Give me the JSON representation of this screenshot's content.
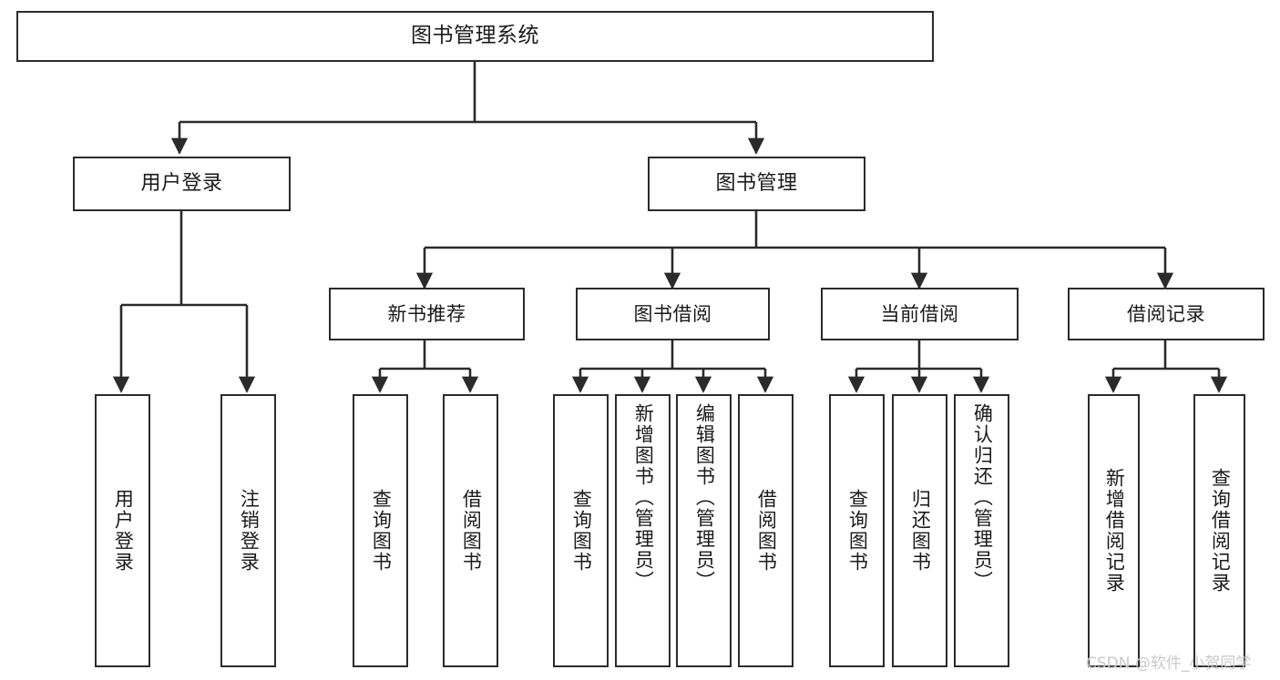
{
  "diagram": {
    "title": "图书管理系统",
    "type": "tree-hierarchy-chart",
    "theme": {
      "background": "#ffffff",
      "node_border": "#2b2b2b",
      "node_fill": "#ffffff",
      "edge_color": "#2b2b2b",
      "text_color": "#1a1a1a",
      "watermark_color": "#c9c9c9"
    }
  },
  "root": {
    "label": "图书管理系统"
  },
  "level1": [
    {
      "label": "用户登录"
    },
    {
      "label": "图书管理"
    }
  ],
  "level2": [
    {
      "label": "新书推荐"
    },
    {
      "label": "图书借阅"
    },
    {
      "label": "当前借阅"
    },
    {
      "label": "借阅记录"
    }
  ],
  "leaves": {
    "user_login": [
      {
        "label": "用户登录"
      },
      {
        "label": "注销登录"
      }
    ],
    "new_book_recommend": [
      {
        "label": "查询图书"
      },
      {
        "label": "借阅图书"
      }
    ],
    "book_borrow": [
      {
        "label": "查询图书"
      },
      {
        "label": "新增图书（管理员）"
      },
      {
        "label": "编辑图书（管理员）"
      },
      {
        "label": "借阅图书"
      }
    ],
    "current_borrow": [
      {
        "label": "查询图书"
      },
      {
        "label": "归还图书"
      },
      {
        "label": "确认归还（管理员）"
      }
    ],
    "borrow_record": [
      {
        "label": "新增借阅记录"
      },
      {
        "label": "查询借阅记录"
      }
    ]
  },
  "watermark": {
    "text": "CSDN @软件_小贺同学"
  }
}
